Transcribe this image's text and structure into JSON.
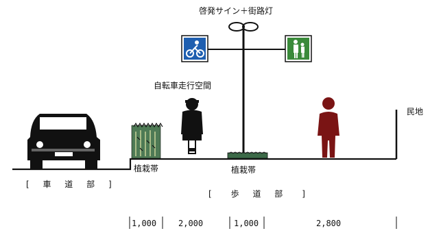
{
  "diagram": {
    "title": "啓発サイン＋街路灯",
    "bicycle_space_label": "自転車走行空間",
    "planting_left_label": "植栽帯",
    "planting_right_label": "植栽帯",
    "private_land_label": "民地",
    "roadway_label": "[ 車 道 部 ]",
    "sidewalk_label": "[　歩 道 部　]",
    "dimensions": [
      "1,000",
      "2,000",
      "1,000",
      "2,800"
    ],
    "icons": [
      "car-icon",
      "cyclist-icon",
      "pedestrian-icon",
      "bicycle-sign-icon",
      "pedestrian-sign-icon",
      "street-lamp-icon",
      "shrub-icon"
    ],
    "colors": {
      "line": "#111111",
      "bicycle_sign": "#1f5fb0",
      "pedestrian_sign": "#3a8a3a",
      "pedestrian": "#7a1414",
      "shrub": "#2f5f3a"
    }
  }
}
